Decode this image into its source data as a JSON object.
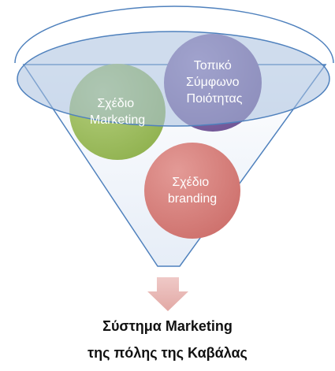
{
  "diagram": {
    "nodes": [
      {
        "lines": [
          "Σχέδιο",
          "Marketing"
        ],
        "color": "#9BBB59"
      },
      {
        "lines": [
          "Τοπικό",
          "Σύμφωνο",
          "Ποιότητας"
        ],
        "color": "#8064A2"
      },
      {
        "lines": [
          "Σχέδιο",
          "branding"
        ],
        "color": "#C0504D"
      }
    ],
    "output": {
      "line1": "Σύστημα Marketing",
      "line2": "της πόλης της Καβάλας"
    },
    "colors": {
      "funnel_outline": "#4F81BD",
      "funnel_rim_fill": "#A7BFDE",
      "funnel_body": "#EEF3FA",
      "arrow_fill": "#E8B7B4"
    }
  }
}
